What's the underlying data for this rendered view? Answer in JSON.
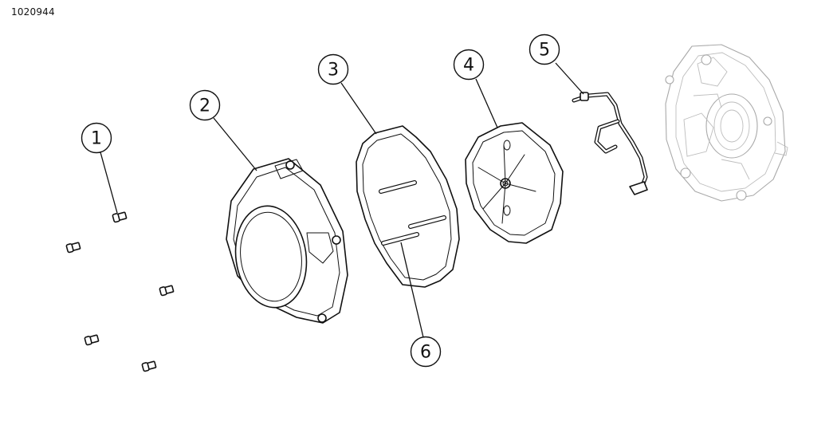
{
  "diagram": {
    "id_label": "1020944",
    "callouts": [
      {
        "number": "1"
      },
      {
        "number": "2"
      },
      {
        "number": "3"
      },
      {
        "number": "4"
      },
      {
        "number": "5"
      },
      {
        "number": "6"
      }
    ]
  },
  "colors": {
    "line": "#111111",
    "ghost": "#a9a9a9",
    "background": "#ffffff"
  }
}
